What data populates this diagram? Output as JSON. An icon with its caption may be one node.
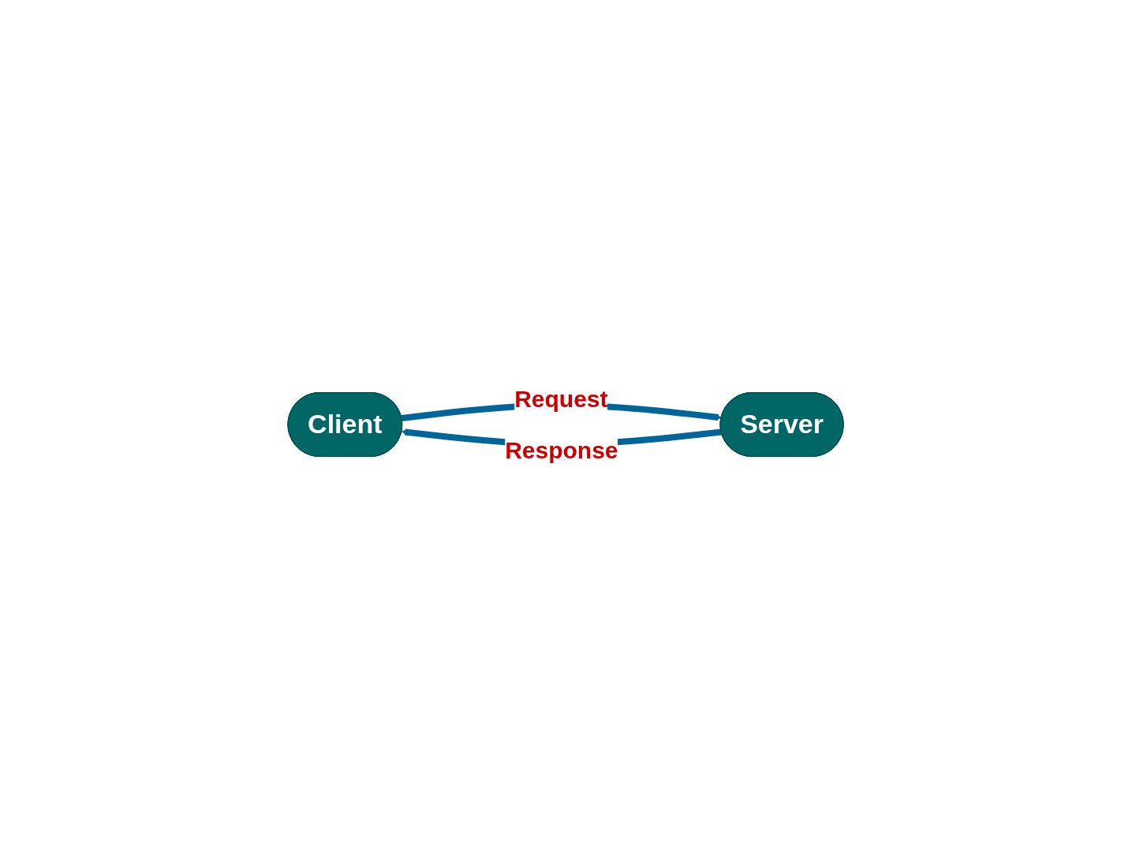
{
  "diagram": {
    "nodes": [
      {
        "text": [
          "Client"
        ]
      },
      {
        "text": [
          "Server"
        ]
      }
    ],
    "edges": [
      {
        "from": 0,
        "to": 1,
        "arrow": "to",
        "label": "Request"
      },
      {
        "from": 1,
        "to": 0,
        "arrow": "to",
        "label": "Response"
      }
    ]
  }
}
